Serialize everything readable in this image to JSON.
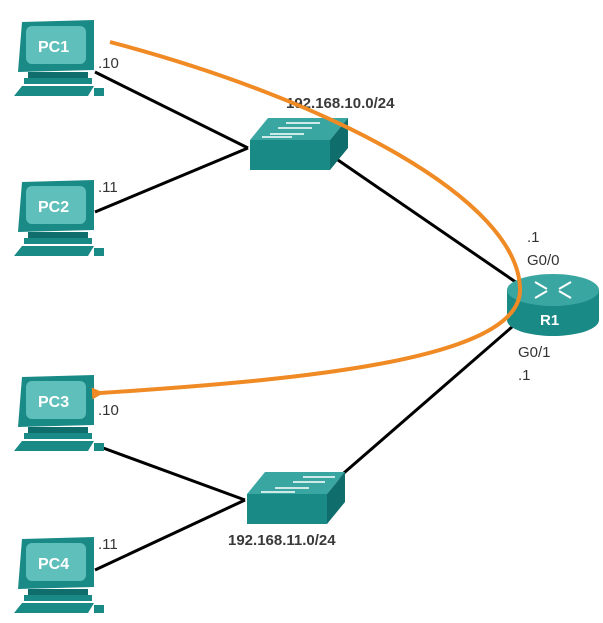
{
  "title": "Network topology: R1 routing between two LANs",
  "colors": {
    "device": "#1a8a87",
    "device_dark": "#0f6e6b",
    "screen": "#5fbfba",
    "link": "#000000",
    "path": "#f08a24"
  },
  "networks": [
    {
      "label": "192.168.10.0/24"
    },
    {
      "label": "192.168.11.0/24"
    }
  ],
  "pcs": [
    {
      "name": "PC1",
      "ip_suffix": ".10"
    },
    {
      "name": "PC2",
      "ip_suffix": ".11"
    },
    {
      "name": "PC3",
      "ip_suffix": ".10"
    },
    {
      "name": "PC4",
      "ip_suffix": ".11"
    }
  ],
  "router": {
    "name": "R1",
    "interfaces": [
      {
        "name": "G0/0",
        "ip_suffix": ".1"
      },
      {
        "name": "G0/1",
        "ip_suffix": ".1"
      }
    ]
  },
  "traffic_path": {
    "from": "PC1",
    "via": "R1",
    "to": "PC3"
  }
}
